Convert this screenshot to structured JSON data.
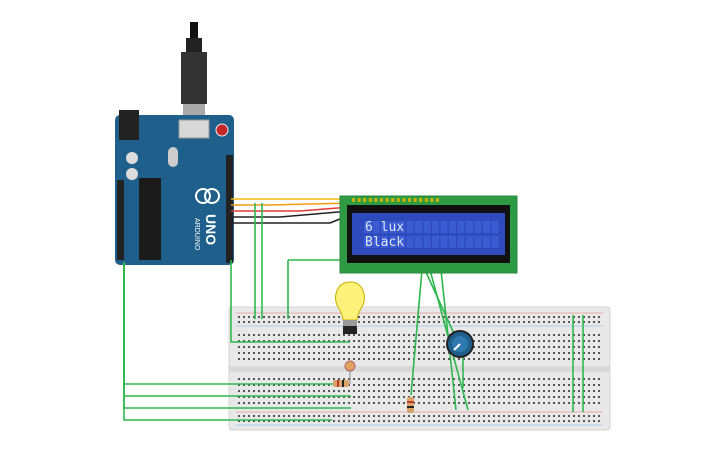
{
  "lcd": {
    "line1": "6 lux",
    "line2": "Black"
  },
  "arduino": {
    "brand": "ARDUINO",
    "model": "UNO",
    "color": "#1f5f8b"
  },
  "colors": {
    "breadboard": "#e8e8e8",
    "wire_green": "#2db84d",
    "wire_red": "#e53935",
    "wire_yellow": "#f2b90f",
    "wire_orange": "#f39c12",
    "wire_black": "#222222",
    "lcd_screen": "#2d4bbd",
    "lcd_pcb": "#2f9a44",
    "bulb": "#fff27a"
  },
  "icons": {
    "usb_cable": "usb-plug-icon",
    "potentiometer": "knob-icon",
    "bulb": "light-bulb-icon",
    "photoresistor": "ldr-icon"
  }
}
